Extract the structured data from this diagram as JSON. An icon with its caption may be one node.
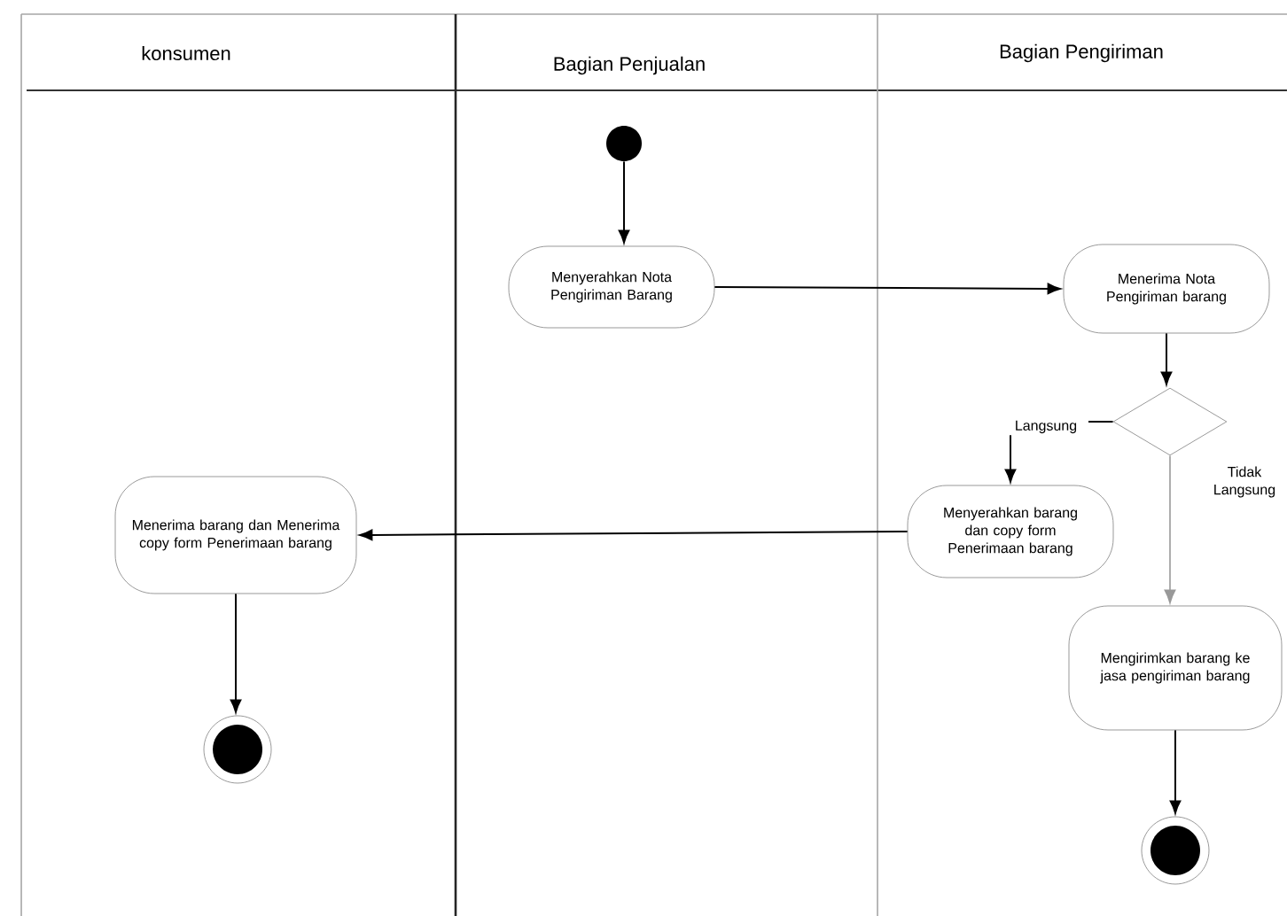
{
  "diagram": {
    "nodes": [
      {
        "text": [],
        "shape": "circle"
      },
      {
        "text": [
          "Menyerahkan Nota Pengiriman Barang"
        ]
      },
      {
        "text": [
          "Menerima Nota Pengiriman barang"
        ]
      },
      {
        "text": [],
        "shape": "diamond"
      },
      {
        "text": [
          "Menyerahkan barang dan copy form Penerimaan barang"
        ]
      },
      {
        "text": [
          "Menerima barang dan Menerima copy form Penerimaan barang"
        ]
      },
      {
        "text": [],
        "shape": "circle"
      },
      {
        "text": [
          "Mengirimkan barang ke jasa pengiriman barang"
        ]
      },
      {
        "text": [],
        "shape": "circle"
      }
    ],
    "edges": [
      {
        "from": 0,
        "to": 1,
        "arrow": "to"
      },
      {
        "from": 1,
        "to": 2,
        "arrow": "to"
      },
      {
        "from": 2,
        "to": 3,
        "arrow": "to"
      },
      {
        "from": 3,
        "to": 4,
        "arrow": "to",
        "label": "Langsung"
      },
      {
        "from": 3,
        "to": 7,
        "arrow": "to",
        "label": "Tidak Langsung",
        "color": "#999999"
      },
      {
        "from": 4,
        "to": 5,
        "arrow": "to"
      },
      {
        "from": 5,
        "to": 6,
        "arrow": "to"
      },
      {
        "from": 7,
        "to": 8,
        "arrow": "to"
      }
    ],
    "labels": [
      "konsumen",
      "Bagian Penjualan",
      "Bagian Pengiriman"
    ]
  }
}
